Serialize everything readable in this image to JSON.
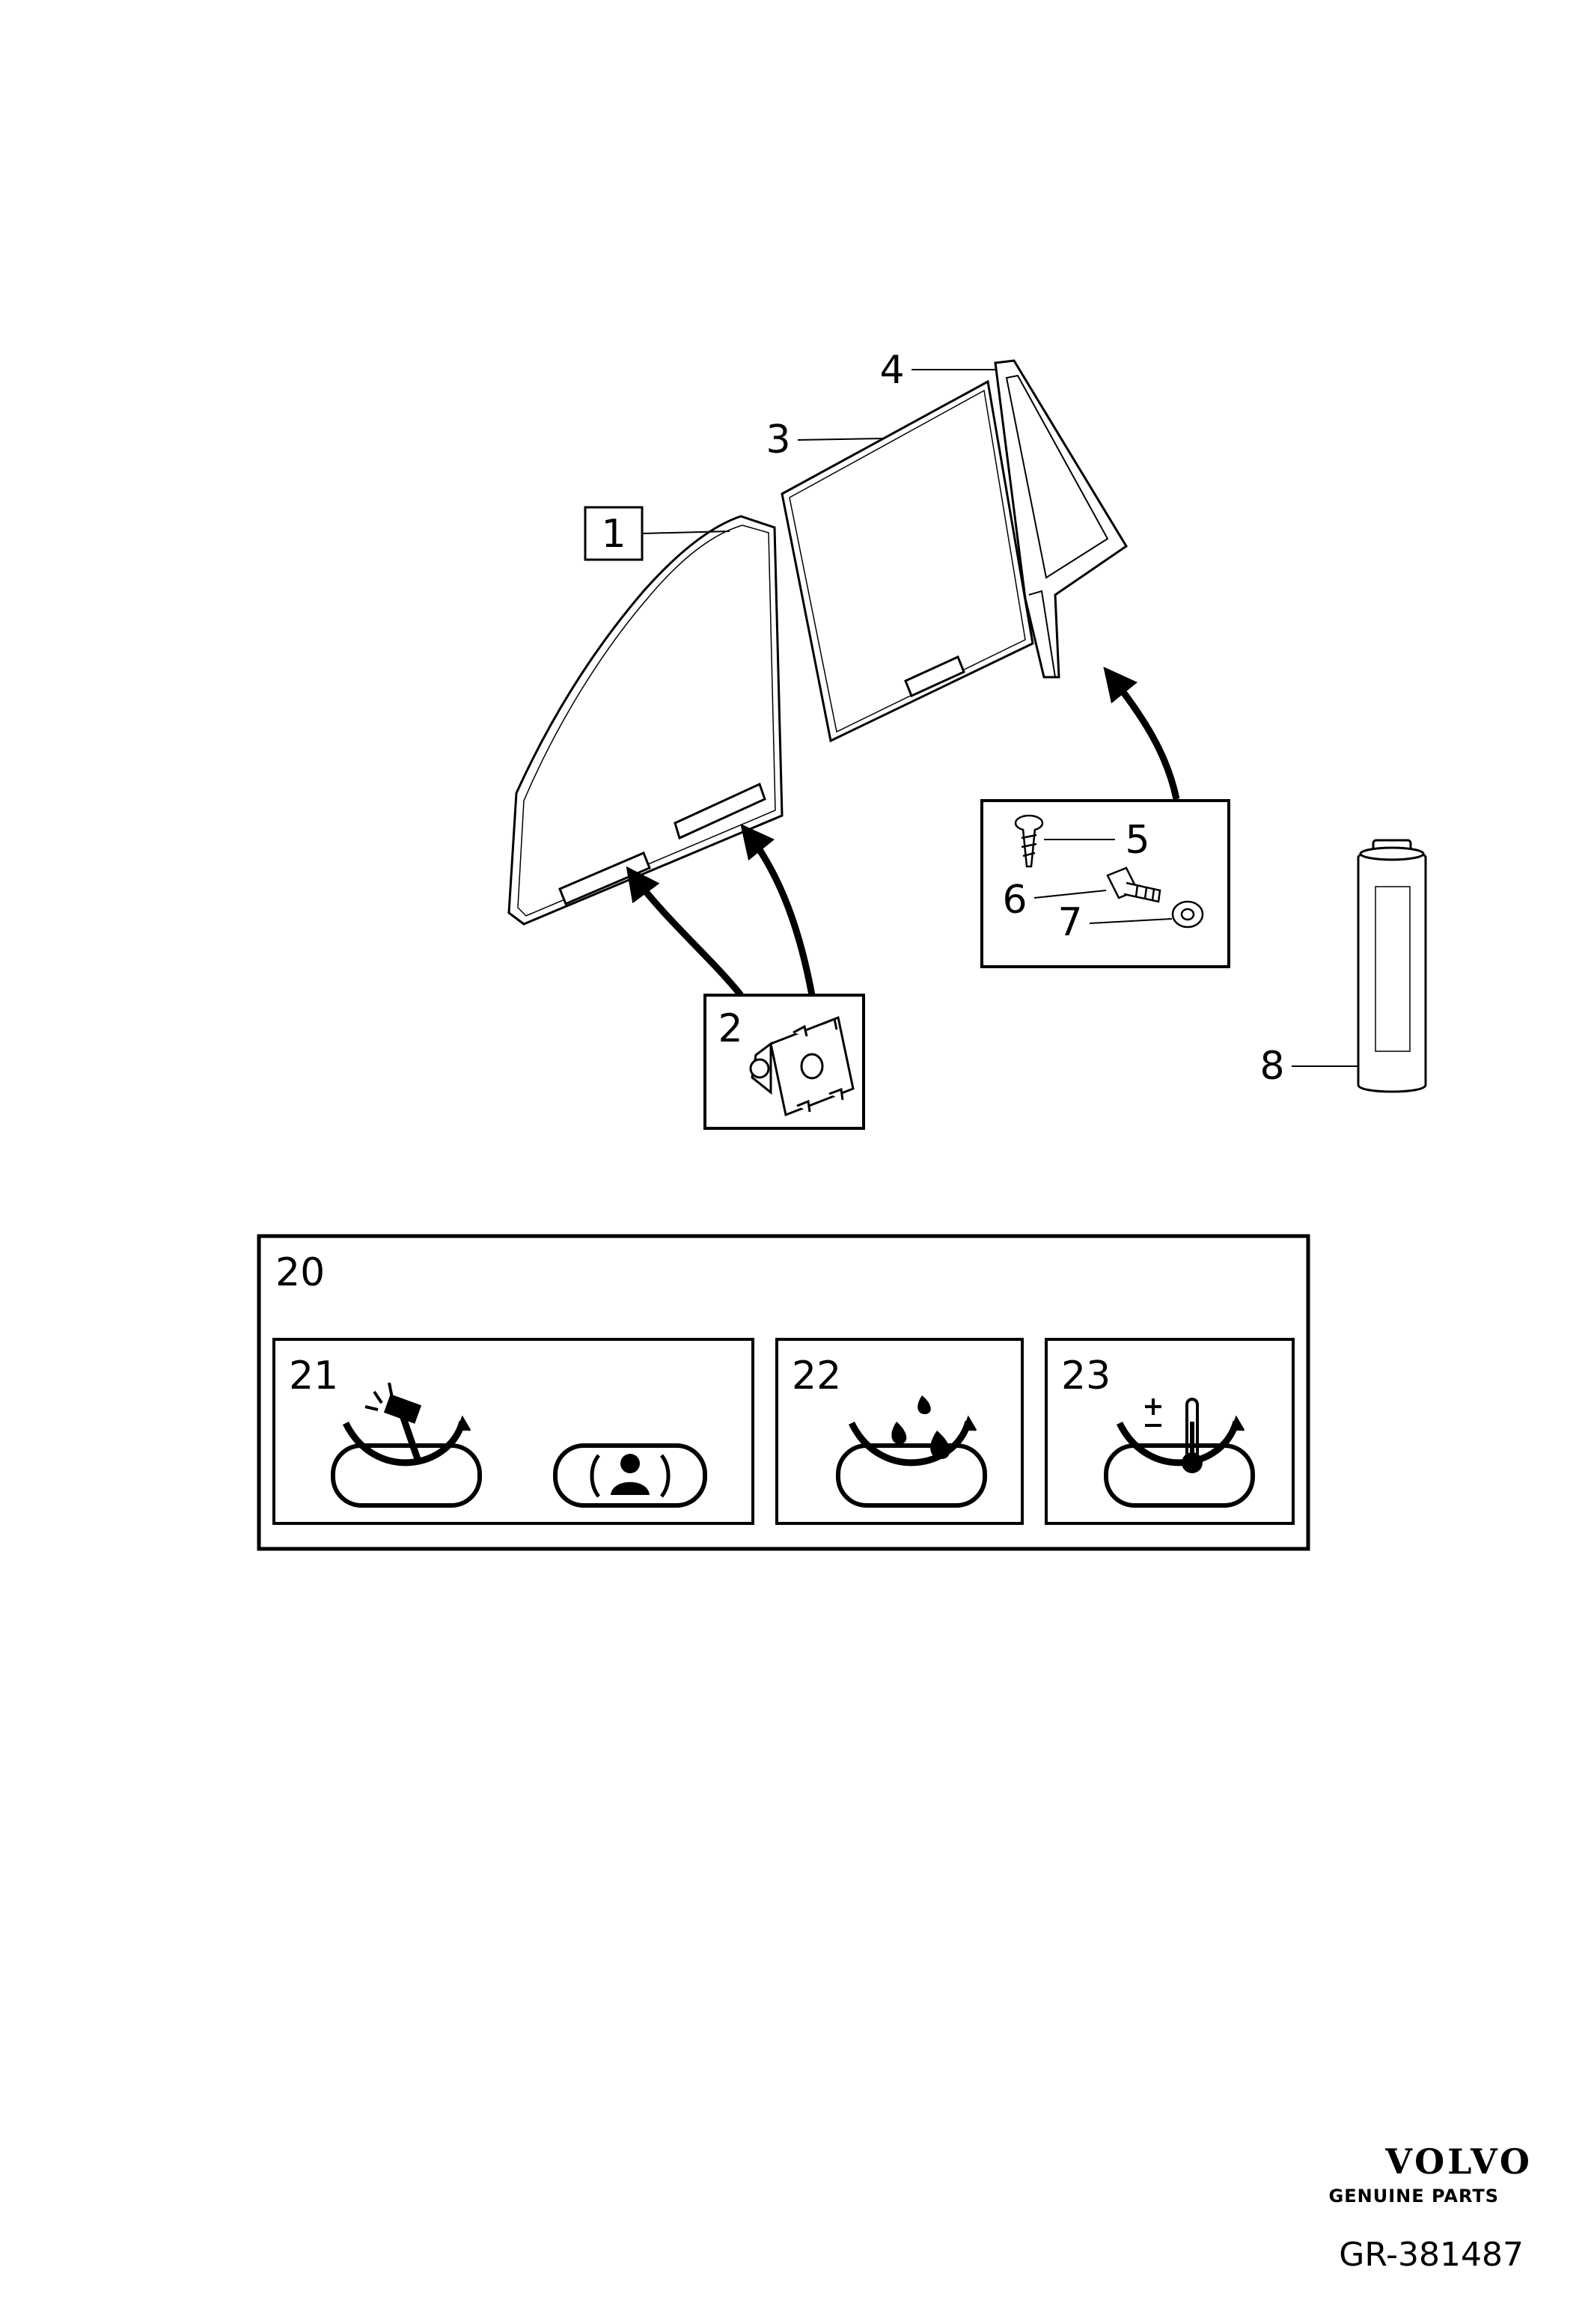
{
  "callouts": {
    "c1": "1",
    "c2": "2",
    "c3": "3",
    "c4": "4",
    "c5": "5",
    "c6": "6",
    "c7": "7",
    "c8": "8",
    "c20": "20",
    "c21": "21",
    "c22": "22",
    "c23": "23"
  },
  "logo": {
    "brand": "VOLVO",
    "tagline": "GENUINE PARTS"
  },
  "figure_id": "GR-381487",
  "icons": {
    "panel_21": [
      "hammer-impact-icon",
      "person-protection-icon"
    ],
    "panel_22": [
      "liquid-drops-icon"
    ],
    "panel_23": [
      "temperature-icon"
    ]
  }
}
